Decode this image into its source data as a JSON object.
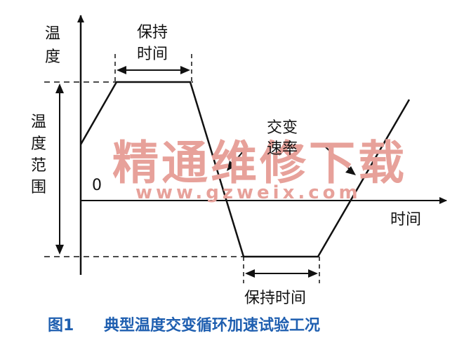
{
  "diagram": {
    "y_axis_label_line1": "温",
    "y_axis_label_line2": "度",
    "x_axis_label": "时间",
    "origin_label": "0",
    "range_label_chars": [
      "温",
      "度",
      "范",
      "围"
    ],
    "hold_top_line1": "保持",
    "hold_top_line2": "时间",
    "hold_bottom_label": "保持时间",
    "rate_line1": "交变",
    "rate_line2": "速率"
  },
  "watermark": {
    "text": "精通维修下载",
    "url": "www.gzweix.com"
  },
  "caption": {
    "number": "图1",
    "text": "典型温度交变循环加速试验工况"
  },
  "colors": {
    "line": "#111111",
    "caption": "#1f5fb0",
    "watermark": "#e7a19a"
  }
}
